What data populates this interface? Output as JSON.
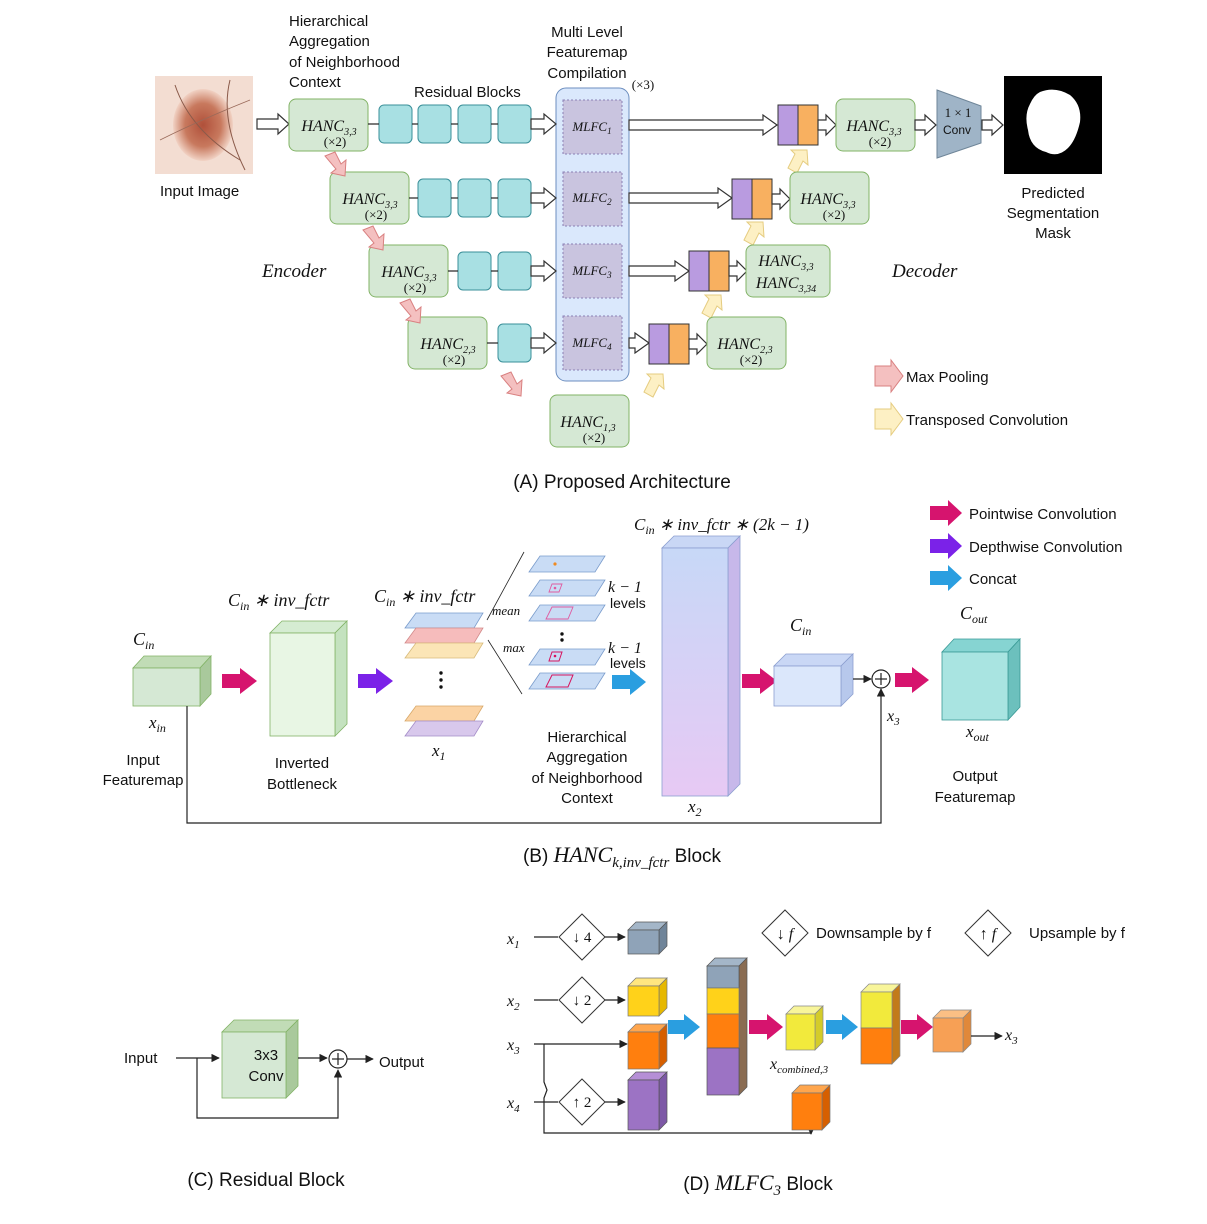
{
  "section_a": {
    "caption": "(A) Proposed Architecture",
    "input_image_label": "Input Image",
    "hanc_context_label": [
      "Hierarchical",
      "Aggregation",
      "of Neighborhood",
      "Context"
    ],
    "residual_blocks_label": "Residual Blocks",
    "mlfc_title": [
      "Multi Level",
      "Featuremap",
      "Compilation"
    ],
    "mlfc_repeat": "(×3)",
    "encoder_label": "Encoder",
    "decoder_label": "Decoder",
    "encoder_blocks": [
      {
        "name": "HANC",
        "sub": "3,3",
        "mult": "(×2)"
      },
      {
        "name": "HANC",
        "sub": "3,3",
        "mult": "(×2)"
      },
      {
        "name": "HANC",
        "sub": "3,3",
        "mult": "(×2)"
      },
      {
        "name": "HANC",
        "sub": "2,3",
        "mult": "(×2)"
      }
    ],
    "bottleneck": {
      "name": "HANC",
      "sub": "1,3",
      "mult": "(×2)"
    },
    "mlfc_blocks": [
      {
        "name": "MLFC",
        "sub": "1"
      },
      {
        "name": "MLFC",
        "sub": "2"
      },
      {
        "name": "MLFC",
        "sub": "3"
      },
      {
        "name": "MLFC",
        "sub": "4"
      }
    ],
    "decoder_blocks": [
      {
        "name": "HANC",
        "sub": "3,3",
        "mult": "(×2)"
      },
      {
        "name": "HANC",
        "sub": "3,3",
        "mult": "(×2)"
      },
      {
        "name": "HANC",
        "sub": "3,3",
        "name2": "HANC",
        "sub2": "3,34"
      },
      {
        "name": "HANC",
        "sub": "2,3",
        "mult": "(×2)"
      }
    ],
    "conv_label": [
      "1 × 1",
      "Conv"
    ],
    "predicted_mask_label": [
      "Predicted",
      "Segmentation",
      "Mask"
    ],
    "legend": [
      {
        "label": "Max Pooling",
        "color": "#f4c0c0"
      },
      {
        "label": "Transposed Convolution",
        "color": "#fdf0c4"
      }
    ]
  },
  "section_b": {
    "caption_prefix": "(B) ",
    "caption_name": "HANC",
    "caption_sub": "k,inv_fctr",
    "caption_suffix": " Block",
    "cin": "C",
    "cin_sub": "in",
    "cin_inv": "C",
    "cin_inv_rest": " ∗ inv_fctr",
    "cin_inv2": "C",
    "cin_inv2_rest": " ∗ inv_fctr",
    "cin_big_rest": " ∗ inv_fctr ∗ (2k − 1)",
    "cin2": "C",
    "cout": "C",
    "cout_sub": "out",
    "x_in": "x",
    "x_in_sub": "in",
    "x1": "x",
    "x1_sub": "1",
    "x2": "x",
    "x2_sub": "2",
    "x3": "x",
    "x3_sub": "3",
    "x_out": "x",
    "x_out_sub": "out",
    "mean_label": "mean",
    "max_label": "max",
    "levels_top": [
      "k − 1",
      "levels"
    ],
    "levels_bottom": [
      "k − 1",
      "levels"
    ],
    "input_featuremap": [
      "Input",
      "Featuremap"
    ],
    "inverted_bottleneck": [
      "Inverted",
      "Bottleneck"
    ],
    "hanc_label": [
      "Hierarchical",
      "Aggregation",
      "of Neighborhood",
      "Context"
    ],
    "output_featuremap": [
      "Output",
      "Featuremap"
    ],
    "legend": [
      {
        "label": "Pointwise Convolution",
        "color": "#d6146e"
      },
      {
        "label": "Depthwise Convolution",
        "color": "#7b22e8"
      },
      {
        "label": "Concat",
        "color": "#2a9ee0"
      }
    ]
  },
  "section_c": {
    "caption": "(C) Residual Block",
    "input": "Input",
    "output": "Output",
    "conv": [
      "3x3",
      "Conv"
    ]
  },
  "section_d": {
    "caption_prefix": "(D) ",
    "caption_name": "MLFC",
    "caption_sub": "3",
    "caption_suffix": " Block",
    "inputs": [
      {
        "x": "x",
        "sub": "1"
      },
      {
        "x": "x",
        "sub": "2"
      },
      {
        "x": "x",
        "sub": "3"
      },
      {
        "x": "x",
        "sub": "4"
      }
    ],
    "ops": [
      "↓ 4",
      "↓ 2",
      "↑ 2"
    ],
    "legend_down_symbol": "↓ f",
    "legend_down_label": "Downsample by f",
    "legend_up_symbol": "↑ f",
    "legend_up_label": "Upsample by f",
    "combined_x": "x",
    "combined_sub": "combined,3",
    "output_x": "x",
    "output_sub": "3"
  }
}
